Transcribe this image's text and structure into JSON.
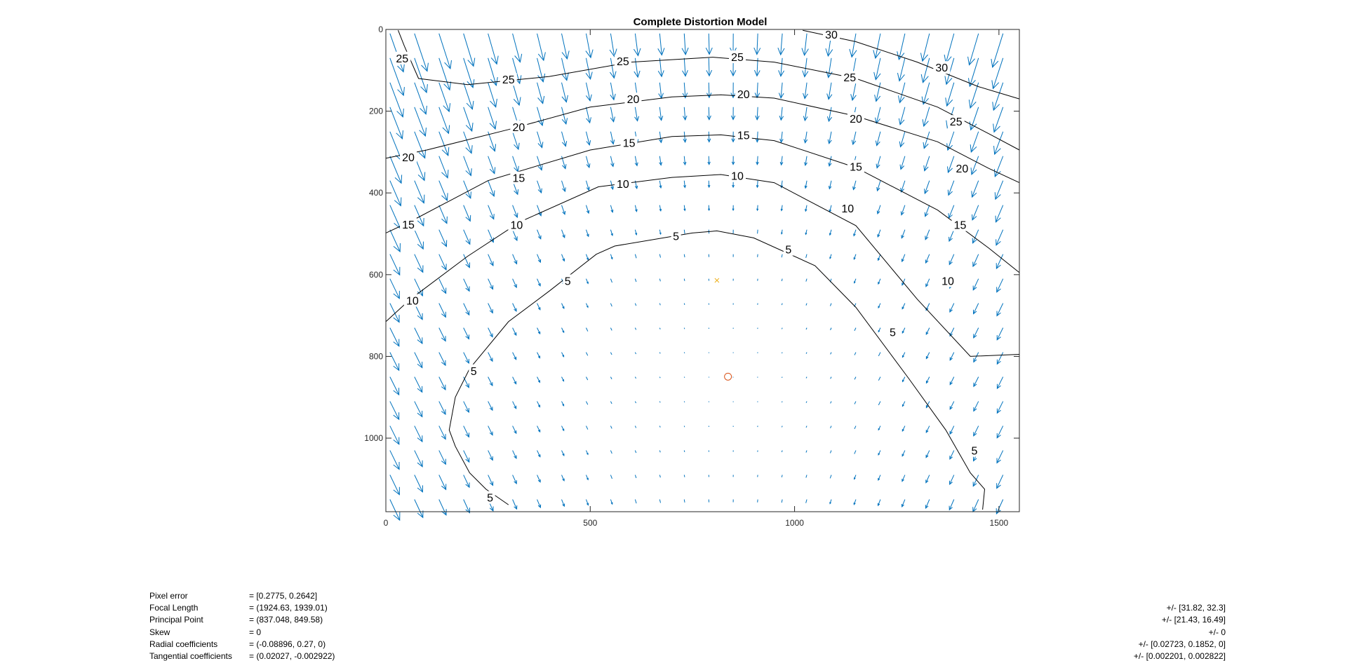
{
  "chart_data": {
    "type": "quiver-contour",
    "title": "Complete Distortion Model",
    "xlabel": "",
    "ylabel": "",
    "xlim": [
      0,
      1550
    ],
    "ylim": [
      0,
      1180
    ],
    "y_reversed": true,
    "grid": false,
    "x_ticks": [
      0,
      500,
      1000,
      1500
    ],
    "y_ticks": [
      0,
      200,
      400,
      600,
      800,
      1000
    ],
    "principal_point": [
      837.048,
      849.58
    ],
    "image_center": [
      810,
      614
    ],
    "contour_levels": [
      5,
      10,
      15,
      20,
      25,
      30
    ],
    "contours": [
      {
        "level": 5,
        "points": [
          [
            300,
            1163
          ],
          [
            245,
            1125
          ],
          [
            205,
            1085
          ],
          [
            170,
            1020
          ],
          [
            155,
            980
          ],
          [
            170,
            900
          ],
          [
            205,
            830
          ],
          [
            300,
            715
          ],
          [
            400,
            640
          ],
          [
            515,
            550
          ],
          [
            560,
            530
          ],
          [
            750,
            498
          ],
          [
            810,
            493
          ],
          [
            900,
            510
          ],
          [
            1050,
            578
          ],
          [
            1150,
            680
          ],
          [
            1280,
            855
          ],
          [
            1370,
            980
          ],
          [
            1430,
            1085
          ],
          [
            1465,
            1125
          ],
          [
            1460,
            1175
          ]
        ]
      },
      {
        "level": 10,
        "points": [
          [
            0,
            715
          ],
          [
            60,
            660
          ],
          [
            200,
            555
          ],
          [
            330,
            470
          ],
          [
            520,
            385
          ],
          [
            700,
            362
          ],
          [
            820,
            355
          ],
          [
            950,
            375
          ],
          [
            1150,
            480
          ],
          [
            1300,
            660
          ],
          [
            1430,
            800
          ],
          [
            1550,
            795
          ]
        ]
      },
      {
        "level": 15,
        "points": [
          [
            0,
            498
          ],
          [
            60,
            470
          ],
          [
            250,
            370
          ],
          [
            500,
            295
          ],
          [
            700,
            262
          ],
          [
            820,
            258
          ],
          [
            950,
            272
          ],
          [
            1150,
            338
          ],
          [
            1350,
            442
          ],
          [
            1475,
            535
          ],
          [
            1550,
            595
          ]
        ]
      },
      {
        "level": 20,
        "points": [
          [
            0,
            315
          ],
          [
            100,
            295
          ],
          [
            300,
            245
          ],
          [
            500,
            190
          ],
          [
            700,
            165
          ],
          [
            820,
            160
          ],
          [
            950,
            168
          ],
          [
            1150,
            212
          ],
          [
            1350,
            275
          ],
          [
            1475,
            340
          ],
          [
            1550,
            375
          ]
        ]
      },
      {
        "level": 25,
        "points": [
          [
            30,
            2
          ],
          [
            45,
            40
          ],
          [
            80,
            120
          ],
          [
            200,
            135
          ],
          [
            400,
            115
          ],
          [
            600,
            80
          ],
          [
            800,
            68
          ],
          [
            950,
            80
          ],
          [
            1150,
            120
          ],
          [
            1350,
            190
          ],
          [
            1475,
            255
          ],
          [
            1550,
            295
          ]
        ]
      },
      {
        "level": 30,
        "points": [
          [
            1020,
            2
          ],
          [
            1150,
            30
          ],
          [
            1300,
            80
          ],
          [
            1450,
            140
          ],
          [
            1550,
            170
          ]
        ]
      }
    ],
    "contour_labels": [
      {
        "text": "5",
        "x": 255,
        "y": 1145
      },
      {
        "text": "5",
        "x": 215,
        "y": 835
      },
      {
        "text": "5",
        "x": 445,
        "y": 615
      },
      {
        "text": "5",
        "x": 710,
        "y": 505
      },
      {
        "text": "5",
        "x": 985,
        "y": 538
      },
      {
        "text": "5",
        "x": 1240,
        "y": 740
      },
      {
        "text": "5",
        "x": 1440,
        "y": 1030
      },
      {
        "text": "10",
        "x": 65,
        "y": 663
      },
      {
        "text": "10",
        "x": 320,
        "y": 478
      },
      {
        "text": "10",
        "x": 580,
        "y": 377
      },
      {
        "text": "10",
        "x": 860,
        "y": 358
      },
      {
        "text": "10",
        "x": 1130,
        "y": 437
      },
      {
        "text": "10",
        "x": 1375,
        "y": 615
      },
      {
        "text": "15",
        "x": 55,
        "y": 477
      },
      {
        "text": "15",
        "x": 325,
        "y": 363
      },
      {
        "text": "15",
        "x": 595,
        "y": 277
      },
      {
        "text": "15",
        "x": 875,
        "y": 258
      },
      {
        "text": "15",
        "x": 1150,
        "y": 335
      },
      {
        "text": "15",
        "x": 1405,
        "y": 478
      },
      {
        "text": "20",
        "x": 55,
        "y": 312
      },
      {
        "text": "20",
        "x": 325,
        "y": 238
      },
      {
        "text": "20",
        "x": 605,
        "y": 170
      },
      {
        "text": "20",
        "x": 875,
        "y": 158
      },
      {
        "text": "20",
        "x": 1150,
        "y": 218
      },
      {
        "text": "20",
        "x": 1410,
        "y": 340
      },
      {
        "text": "25",
        "x": 40,
        "y": 70
      },
      {
        "text": "25",
        "x": 300,
        "y": 122
      },
      {
        "text": "25",
        "x": 580,
        "y": 77
      },
      {
        "text": "25",
        "x": 860,
        "y": 67
      },
      {
        "text": "25",
        "x": 1135,
        "y": 117
      },
      {
        "text": "25",
        "x": 1395,
        "y": 225
      },
      {
        "text": "30",
        "x": 1090,
        "y": 12
      },
      {
        "text": "30",
        "x": 1360,
        "y": 93
      }
    ],
    "quiver": {
      "grid_step": 60,
      "color": "#0072BD"
    }
  },
  "params": [
    {
      "name": "Pixel error",
      "value": "= [0.2775, 0.2642]",
      "uncertainty": ""
    },
    {
      "name": "Focal Length",
      "value": "= (1924.63, 1939.01)",
      "uncertainty": "+/- [31.82, 32.3]"
    },
    {
      "name": "Principal Point",
      "value": "= (837.048, 849.58)",
      "uncertainty": "+/- [21.43, 16.49]"
    },
    {
      "name": "Skew",
      "value": "= 0",
      "uncertainty": "+/- 0"
    },
    {
      "name": "Radial coefficients",
      "value": "= (-0.08896, 0.27, 0)",
      "uncertainty": "+/- [0.02723, 0.1852, 0]"
    },
    {
      "name": "Tangential coefficients",
      "value": "= (0.02027, -0.002922)",
      "uncertainty": "+/- [0.002201, 0.002822]"
    }
  ]
}
